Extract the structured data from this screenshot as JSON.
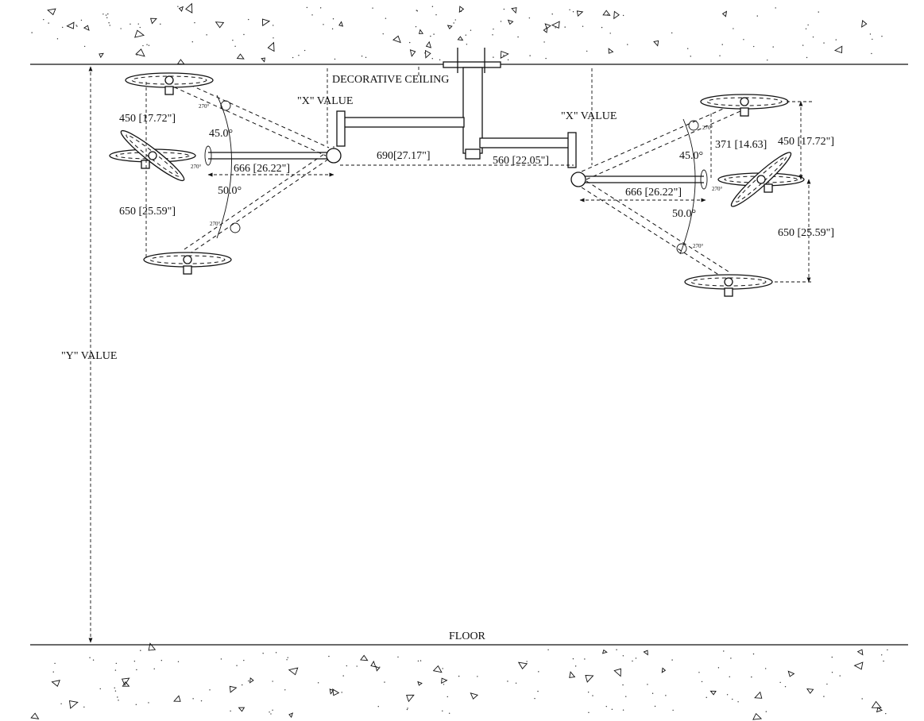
{
  "labels": {
    "ceiling": "DECORATIVE CEILING",
    "floor": "FLOOR",
    "x_value_left": "\"X\" VALUE",
    "x_value_right": "\"X\" VALUE",
    "y_value": "\"Y\" VALUE"
  },
  "dimensions": {
    "left_up_height": "450 [17.72\"]",
    "left_down_height": "650 [25.59\"]",
    "left_arm_length": "666 [26.22\"]",
    "left_angle_up": "45.0°",
    "left_angle_down": "50.0°",
    "center_span": "690[27.17\"]",
    "right_short_arm": "560 [22.05\"]",
    "right_offset": "371 [14.63]",
    "right_up_height": "450 [17.72\"]",
    "right_down_height": "650 [25.59\"]",
    "right_arm_length": "666 [26.22\"]",
    "right_angle_up": "45.0°",
    "right_angle_down": "50.0°"
  },
  "rotation_marks": {
    "left_upper": "270°",
    "left_mid": "270°",
    "left_lower": "270°",
    "right_upper": "270°",
    "right_mid": "270°",
    "right_lower": "270°"
  },
  "colors": {
    "line": "#111111",
    "background": "#ffffff"
  }
}
